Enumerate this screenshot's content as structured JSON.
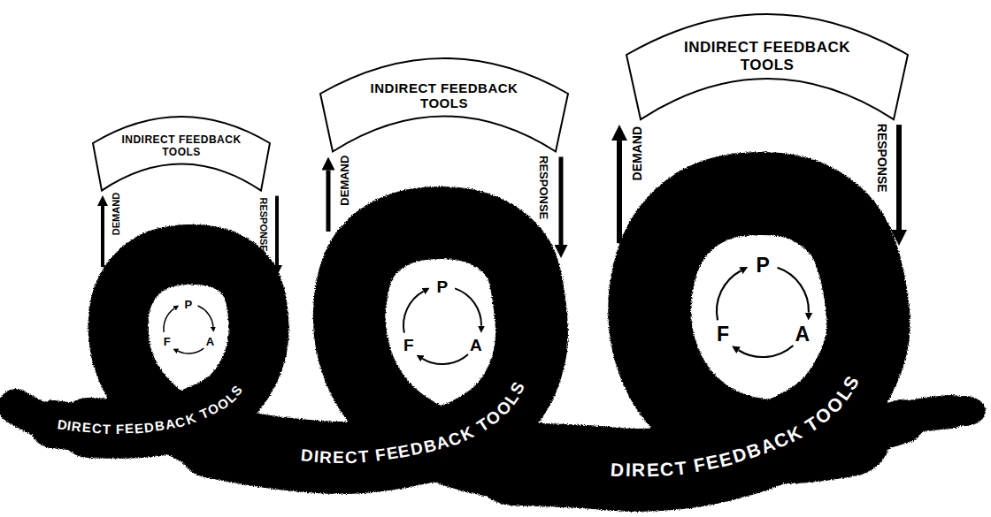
{
  "diagram": {
    "nodes": [
      {
        "text": [
          "INDIRECT FEEDBACK TOOLS"
        ]
      },
      {
        "text": [
          "INDIRECT FEEDBACK TOOLS"
        ]
      },
      {
        "text": [
          "INDIRECT FEEDBACK TOOLS"
        ]
      }
    ],
    "labels": [
      "DEMAND",
      "RESPONSE",
      "P",
      "A",
      "F",
      "DIRECT FEEDBACK TOOLS",
      "DEMAND",
      "RESPONSE",
      "P",
      "A",
      "F",
      "DIRECT FEEDBACK TOOLS",
      "DEMAND",
      "RESPONSE",
      "P",
      "A",
      "F",
      "DIRECT FEEDBACK TOOLS"
    ]
  }
}
